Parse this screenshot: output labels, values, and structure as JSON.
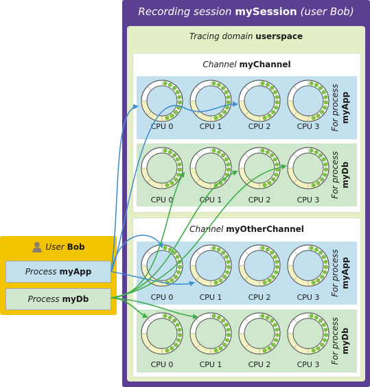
{
  "session": {
    "prefix": "Recording session ",
    "name": "mySession",
    "suffix": " (user Bob)"
  },
  "domain": {
    "prefix": "Tracing domain ",
    "name": "userspace"
  },
  "channels": [
    {
      "prefix": "Channel ",
      "name": "myChannel"
    },
    {
      "prefix": "Channel ",
      "name": "myOtherChannel"
    }
  ],
  "process_rows": [
    {
      "prefix": "For process",
      "name": "myApp"
    },
    {
      "prefix": "For process",
      "name": "myDb"
    },
    {
      "prefix": "For process",
      "name": "myApp"
    },
    {
      "prefix": "For process",
      "name": "myDb"
    }
  ],
  "cpus": [
    "CPU 0",
    "CPU 1",
    "CPU 2",
    "CPU 3"
  ],
  "user": {
    "prefix": "User ",
    "name": "Bob"
  },
  "processes": [
    {
      "prefix": "Process ",
      "name": "myApp"
    },
    {
      "prefix": "Process ",
      "name": "myDb"
    }
  ],
  "colors": {
    "session": "#5b3f91",
    "domain": "#e4efc5",
    "app": "#c3e0ee",
    "db": "#cfe7cc",
    "user": "#f2c400",
    "dot": "#7dc243",
    "fill_segment": "#f4f2c2",
    "arrow_app": "#3f8fd2",
    "arrow_db": "#3fae49"
  },
  "icons": {
    "user": "person-silhouette-icon",
    "buffer": "ring-buffer-icon"
  }
}
